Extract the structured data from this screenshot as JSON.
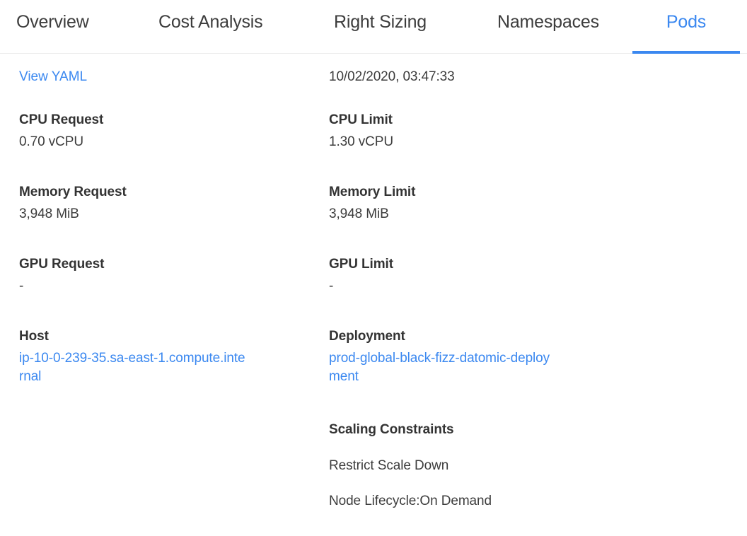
{
  "tabs": [
    {
      "id": "overview",
      "label": "Overview",
      "active": false
    },
    {
      "id": "cost",
      "label": "Cost Analysis",
      "active": false
    },
    {
      "id": "rightsize",
      "label": "Right Sizing",
      "active": false
    },
    {
      "id": "namespaces",
      "label": "Namespaces",
      "active": false
    },
    {
      "id": "pods",
      "label": "Pods",
      "active": true
    }
  ],
  "colors": {
    "accent": "#3b88f0",
    "link": "#3b88f0",
    "text": "#3c3c3c",
    "label": "#333333",
    "divider": "#ececec",
    "background": "#ffffff"
  },
  "left_column": {
    "view_yaml_link": "View YAML",
    "cpu_request": {
      "label": "CPU Request",
      "value": "0.70 vCPU"
    },
    "memory_request": {
      "label": "Memory Request",
      "value": "3,948 MiB"
    },
    "gpu_request": {
      "label": "GPU Request",
      "value": "-"
    },
    "host": {
      "label": "Host",
      "value": "ip-10-0-239-35.sa-east-1.compute.internal"
    }
  },
  "right_column": {
    "timestamp": "10/02/2020, 03:47:33",
    "cpu_limit": {
      "label": "CPU Limit",
      "value": "1.30 vCPU"
    },
    "memory_limit": {
      "label": "Memory Limit",
      "value": "3,948 MiB"
    },
    "gpu_limit": {
      "label": "GPU Limit",
      "value": "-"
    },
    "deployment": {
      "label": "Deployment",
      "value": "prod-global-black-fizz-datomic-deployment"
    },
    "scaling_constraints": {
      "label": "Scaling Constraints",
      "items": [
        "Restrict Scale Down",
        "Node Lifecycle:On Demand"
      ]
    }
  }
}
